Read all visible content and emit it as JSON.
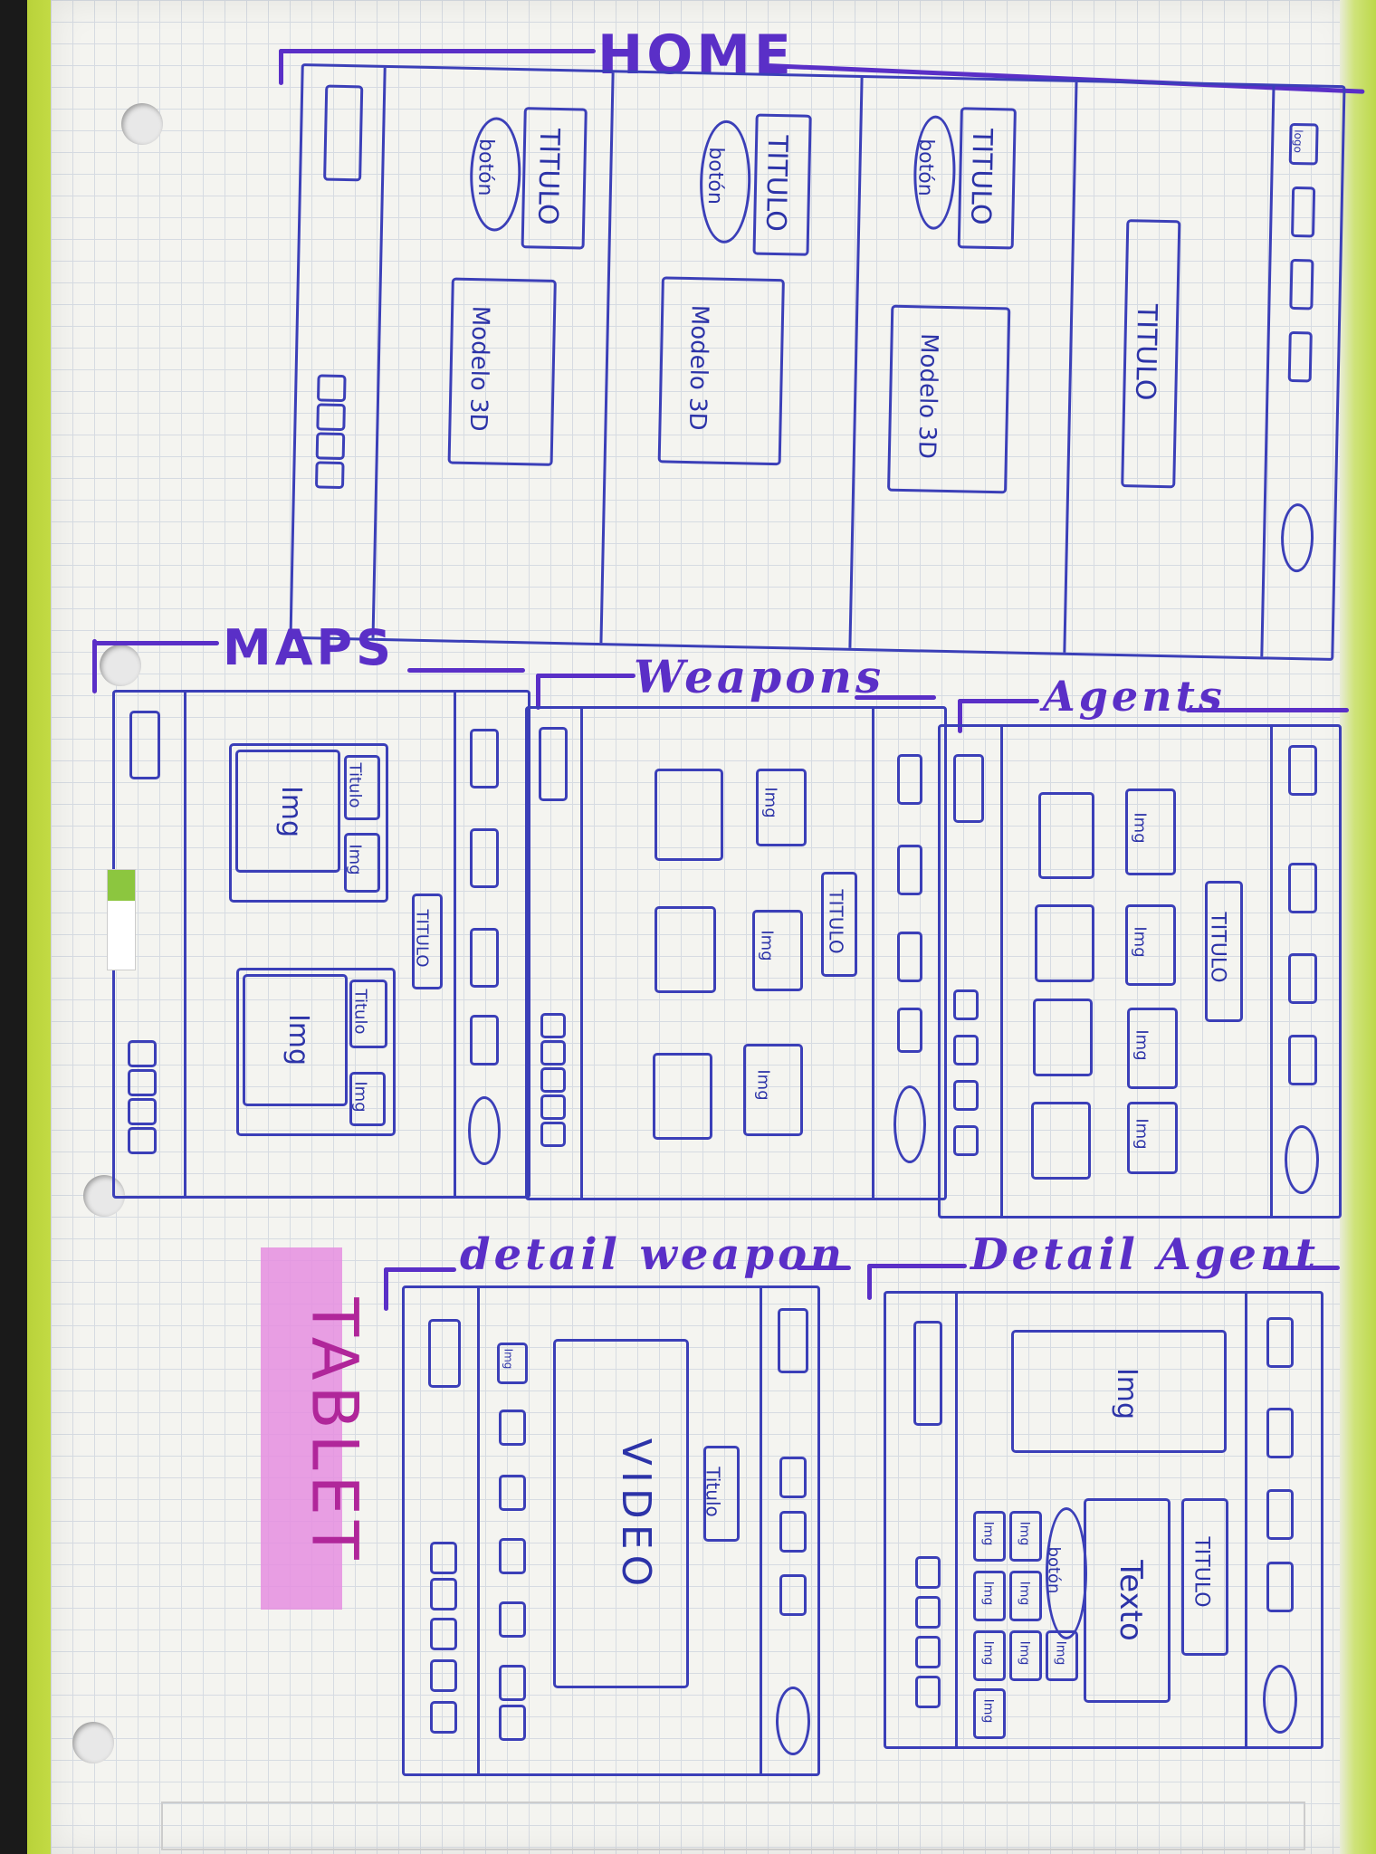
{
  "sections": {
    "home": "HOME",
    "maps": "MAPS",
    "weapons": "Weapons",
    "agents": "Agents",
    "detail_weapon": "detail weapon",
    "detail_agent": "Detail Agent"
  },
  "labels": {
    "titulo": "TITULO",
    "titulo_lower": "Titulo",
    "boton": "botón",
    "modelo": "Modelo 3D",
    "img": "Img",
    "video": "VIDEO",
    "texto": "Texto",
    "logo": "logo"
  },
  "annotation": "TABLET",
  "colors": {
    "ink": "#3b3fb8",
    "heading": "#5a2fc7",
    "highlighter": "#e58ee0"
  }
}
